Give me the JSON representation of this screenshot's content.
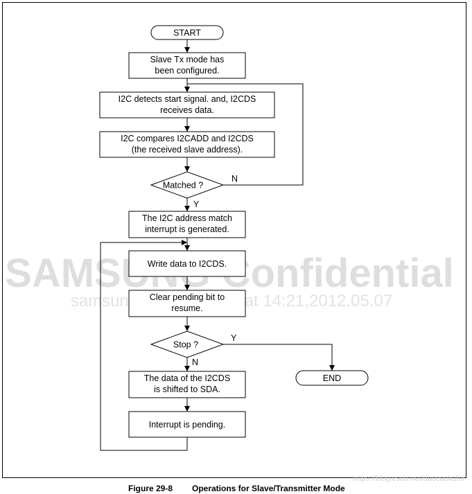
{
  "diagram": {
    "nodes": [
      {
        "id": "start",
        "lines": [
          "START"
        ]
      },
      {
        "id": "configured",
        "lines": [
          "Slave Tx mode has",
          "been configured."
        ]
      },
      {
        "id": "detect",
        "lines": [
          "I2C detects start signal. and, I2CDS",
          "receives data."
        ]
      },
      {
        "id": "compare",
        "lines": [
          "I2C compares I2CADD and I2CDS",
          "(the received slave address)."
        ]
      },
      {
        "id": "matched",
        "lines": [
          "Matched ?"
        ]
      },
      {
        "id": "interrupt-generated",
        "lines": [
          "The I2C address match",
          "interrupt is generated."
        ]
      },
      {
        "id": "write-data",
        "lines": [
          "Write data to I2CDS."
        ]
      },
      {
        "id": "clear-pending",
        "lines": [
          "Clear pending bit to",
          "resume."
        ]
      },
      {
        "id": "stop",
        "lines": [
          "Stop ?"
        ]
      },
      {
        "id": "shift-data",
        "lines": [
          "The data of the I2CDS",
          "is shifted to SDA."
        ]
      },
      {
        "id": "interrupt-pending",
        "lines": [
          "Interrupt is pending."
        ]
      },
      {
        "id": "end",
        "lines": [
          "END"
        ]
      }
    ],
    "edge_labels": {
      "matched_no": "N",
      "matched_yes": "Y",
      "stop_yes": "Y",
      "stop_no": "N"
    }
  },
  "watermark": {
    "title": "SAMSUNG Confidential",
    "subtitle": "samsung / Confidential at 14:21,2012.05.07"
  },
  "caption": {
    "figure": "Figure 29-8",
    "title": "Operations for Slave/Transmitter Mode"
  },
  "source_url": "https://blog.csdn.net/daocaokafei"
}
